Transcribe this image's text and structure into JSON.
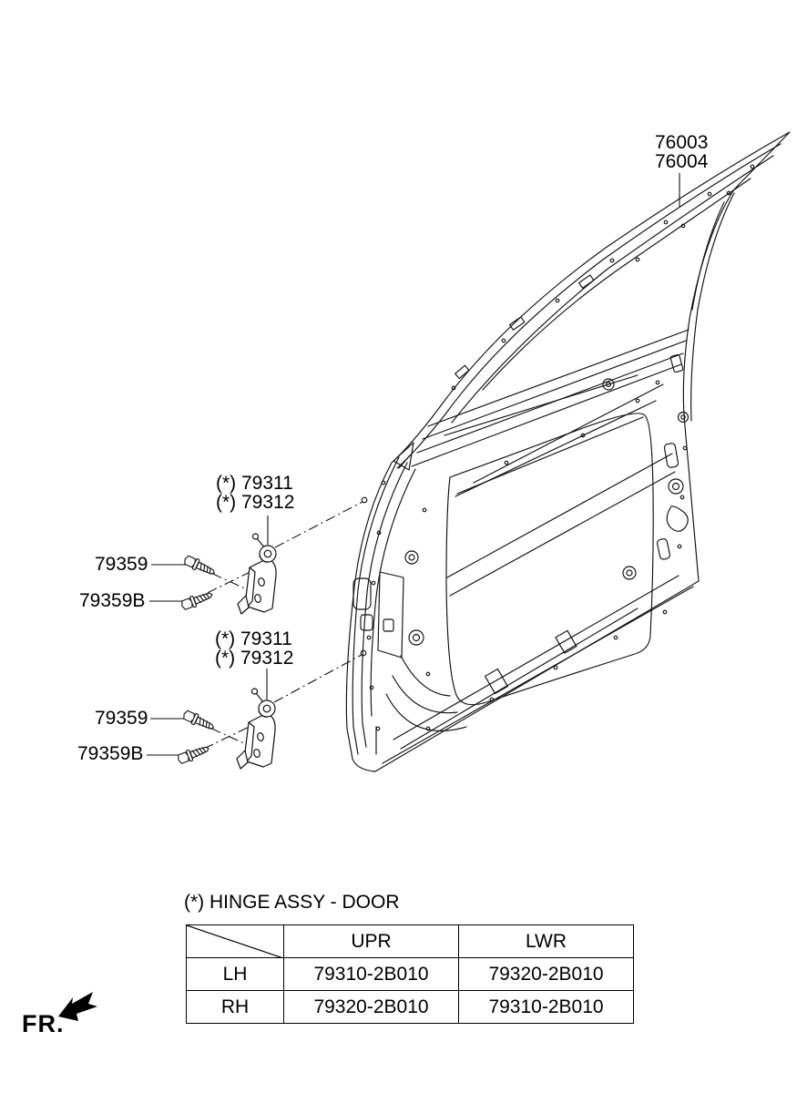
{
  "page": {
    "background": "#ffffff",
    "line_color": "#111111"
  },
  "diagram": {
    "door_panel_label": {
      "line1": "76003",
      "line2": "76004"
    },
    "upper_hinge_label": {
      "line1": "(*) 79311",
      "line2": "(*) 79312"
    },
    "lower_hinge_label": {
      "line1": "(*) 79311",
      "line2": "(*) 79312"
    },
    "upper_bolt_label": "79359",
    "upper_bolt_b_label": "79359B",
    "lower_bolt_label": "79359",
    "lower_bolt_b_label": "79359B",
    "front_marker_label": "FR."
  },
  "hinge_table": {
    "title": "(*) HINGE ASSY - DOOR",
    "col_headers": {
      "upr": "UPR",
      "lwr": "LWR"
    },
    "rows": [
      {
        "side": "LH",
        "upr": "79310-2B010",
        "lwr": "79320-2B010"
      },
      {
        "side": "RH",
        "upr": "79320-2B010",
        "lwr": "79310-2B010"
      }
    ]
  }
}
